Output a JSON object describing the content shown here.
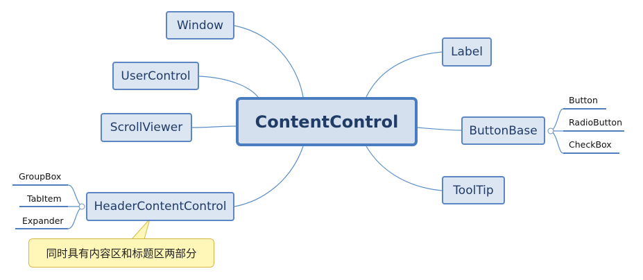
{
  "root": {
    "label": "ContentControl"
  },
  "nodes": {
    "window": "Window",
    "user_control": "UserControl",
    "scroll_viewer": "ScrollViewer",
    "header_content_control": "HeaderContentControl",
    "label": "Label",
    "button_base": "ButtonBase",
    "tool_tip": "ToolTip"
  },
  "header_children": [
    "GroupBox",
    "TabItem",
    "Expander"
  ],
  "button_base_children": [
    "Button",
    "RadioButton",
    "CheckBox"
  ],
  "callout": {
    "text": "同时具有内容区和标题区两部分"
  },
  "colors": {
    "node_fill": "#dce6f2",
    "node_border": "#5b86c2",
    "connector": "#5b8fc7",
    "callout_fill": "#fff7b8"
  }
}
